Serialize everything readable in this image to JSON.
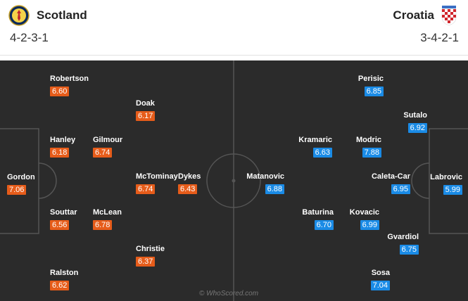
{
  "home": {
    "name": "Scotland",
    "formation": "4-2-3-1",
    "crest": "scotland-crest-icon",
    "rating_color": "#e65c1a",
    "players": [
      {
        "name": "Gordon",
        "rating": "7.06"
      },
      {
        "name": "Robertson",
        "rating": "6.60"
      },
      {
        "name": "Hanley",
        "rating": "6.18"
      },
      {
        "name": "Souttar",
        "rating": "6.56"
      },
      {
        "name": "Ralston",
        "rating": "6.62"
      },
      {
        "name": "Gilmour",
        "rating": "6.74"
      },
      {
        "name": "McLean",
        "rating": "6.78"
      },
      {
        "name": "Doak",
        "rating": "6.17"
      },
      {
        "name": "McTominay",
        "rating": "6.74"
      },
      {
        "name": "Christie",
        "rating": "6.37"
      },
      {
        "name": "Dykes",
        "rating": "6.43"
      }
    ]
  },
  "away": {
    "name": "Croatia",
    "formation": "3-4-2-1",
    "crest": "croatia-crest-icon",
    "rating_color": "#1a8be6",
    "players": [
      {
        "name": "Labrovic",
        "rating": "5.99"
      },
      {
        "name": "Sutalo",
        "rating": "6.92"
      },
      {
        "name": "Caleta-Car",
        "rating": "6.95"
      },
      {
        "name": "Gvardiol",
        "rating": "6.75"
      },
      {
        "name": "Perisic",
        "rating": "6.85"
      },
      {
        "name": "Modric",
        "rating": "7.88"
      },
      {
        "name": "Kovacic",
        "rating": "6.99"
      },
      {
        "name": "Sosa",
        "rating": "7.04"
      },
      {
        "name": "Kramaric",
        "rating": "6.63"
      },
      {
        "name": "Baturina",
        "rating": "6.70"
      },
      {
        "name": "Matanovic",
        "rating": "6.88"
      }
    ]
  },
  "watermark": "© WhoScored.com",
  "colors": {
    "pitch": "#2b2b2b",
    "lines": "#555555"
  }
}
